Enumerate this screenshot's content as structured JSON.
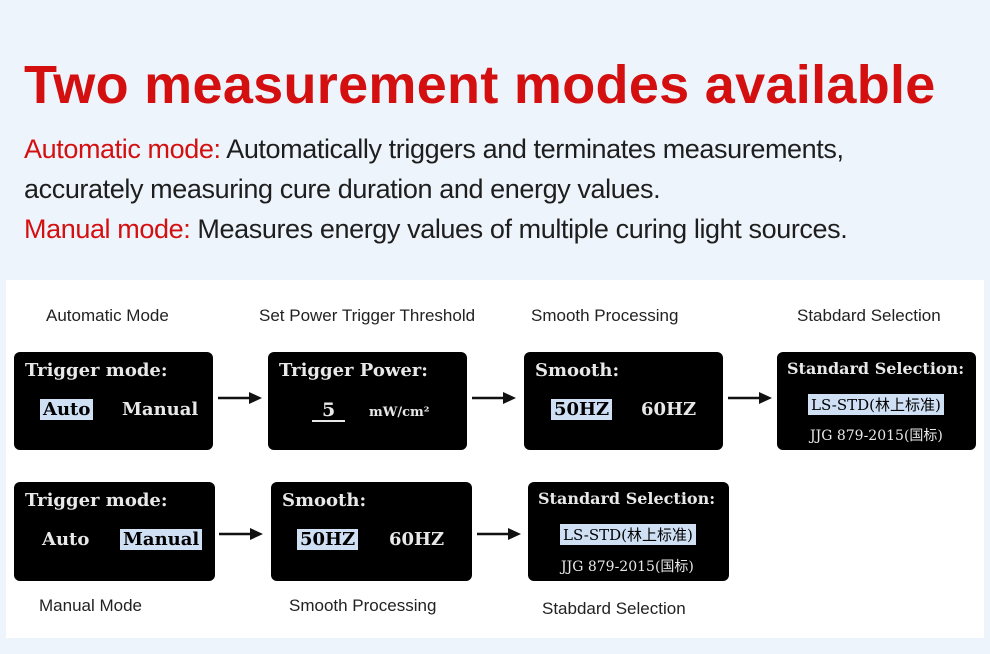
{
  "header": {
    "title": "Two measurement modes available",
    "auto_label": "Automatic mode:",
    "auto_text": " Automatically triggers and terminates measurements,",
    "auto_text2": "accurately measuring cure duration and energy values.",
    "manual_label": "Manual mode:",
    "manual_text": " Measures energy values of multiple curing light sources."
  },
  "row1": {
    "captions": [
      "Automatic Mode",
      "Set Power Trigger Threshold",
      "Smooth Processing",
      "Stabdard Selection"
    ],
    "trigger": {
      "title": "Trigger mode:",
      "opt_auto": "Auto",
      "opt_manual": "Manual",
      "selected": "Auto"
    },
    "power": {
      "title": "Trigger Power:",
      "value": "5",
      "unit": "mW/cm²"
    },
    "smooth": {
      "title": "Smooth:",
      "opt_50": "50HZ",
      "opt_60": "60HZ",
      "selected": "50HZ"
    },
    "standard": {
      "title": "Standard Selection:",
      "opt_ls": "LS-STD(林上标准)",
      "opt_jjg": "JJG 879-2015(国标)",
      "selected": "LS-STD(林上标准)"
    }
  },
  "row2": {
    "captions": [
      "Manual Mode",
      "Smooth Processing",
      "Stabdard Selection"
    ],
    "trigger": {
      "title": "Trigger mode:",
      "opt_auto": "Auto",
      "opt_manual": "Manual",
      "selected": "Manual"
    },
    "smooth": {
      "title": "Smooth:",
      "opt_50": "50HZ",
      "opt_60": "60HZ",
      "selected": "50HZ"
    },
    "standard": {
      "title": "Standard Selection:",
      "opt_ls": "LS-STD(林上标准)",
      "opt_jjg": "JJG 879-2015(国标)",
      "selected": "LS-STD(林上标准)"
    }
  },
  "colors": {
    "accent_red": "#d40f10",
    "screen_bg": "#000000",
    "highlight": "#cfe0f5"
  }
}
